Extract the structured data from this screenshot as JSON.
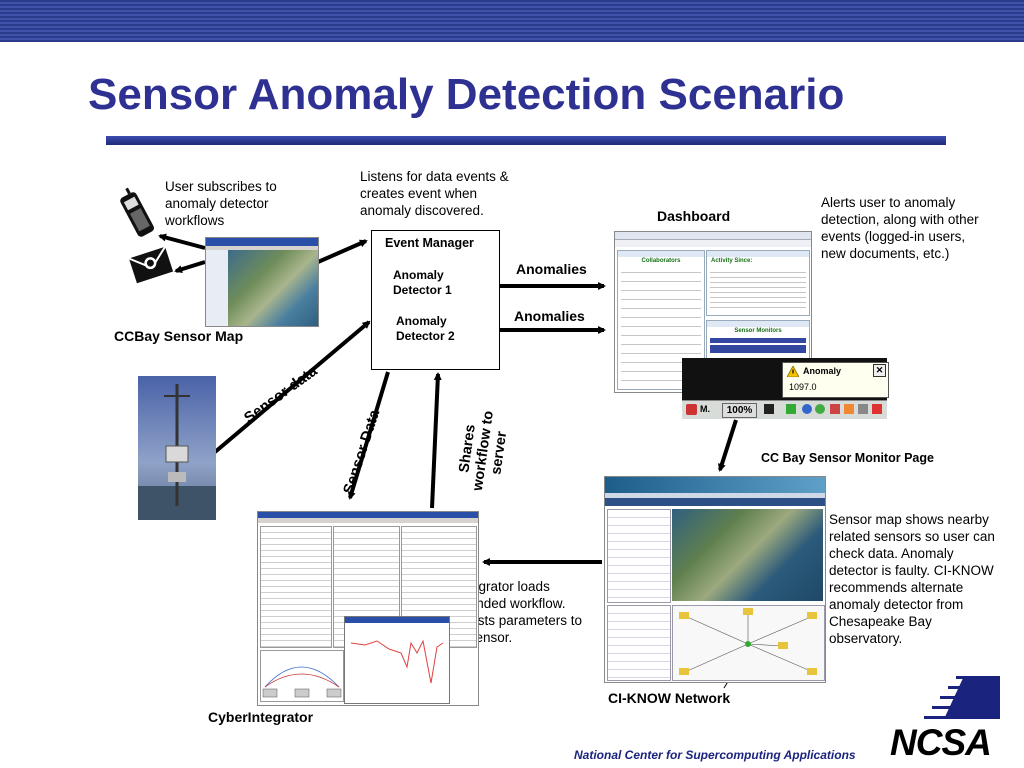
{
  "slide": {
    "title": "Sensor Anomaly Detection Scenario",
    "footer": "National Center for Supercomputing Applications",
    "logo_text": "NCSA"
  },
  "notes": {
    "subscribe": "User subscribes to anomaly detector workflows",
    "listens": "Listens for data events & creates event when anomaly discovered.",
    "alerts": "Alerts user to anomaly detection, along with other events (logged-in users, new documents, etc.)",
    "sensor_map": "Sensor map shows nearby related sensors so user can check data. Anomaly detector is faulty. CI-KNOW recommends alternate anomaly detector from Chesapeake Bay observatory.",
    "cyber_loads": "CyberIntegrator loads recommended workflow. User adjusts parameters to CCBay Sensor."
  },
  "labels": {
    "ccbay_map": "CCBay Sensor Map",
    "dashboard": "Dashboard",
    "monitor_page": "CC Bay Sensor Monitor Page",
    "ciknow": "CI-KNOW Network",
    "cyberintegrator": "CyberIntegrator"
  },
  "event_manager": {
    "title": "Event Manager",
    "detector1": "Anomaly Detector 1",
    "detector2": "Anomaly Detector 2"
  },
  "flows": {
    "anomalies1": "Anomalies",
    "anomalies2": "Anomalies",
    "sensor_data_upper": "Sensor data",
    "sensor_data_lower": "Sensor Data",
    "shares_workflow": "Shares workflow to server"
  },
  "dashboard_shot": {
    "collaborators": "Collaborators",
    "activity_since": "Activity Since:",
    "sensor_monitors": "Sensor Monitors"
  },
  "alert_popup": {
    "title": "Anomaly",
    "value": "1097.0"
  },
  "taskbar": {
    "percent": "100%"
  },
  "colors": {
    "title_blue": "#2e3192",
    "arrow": "#000000"
  }
}
